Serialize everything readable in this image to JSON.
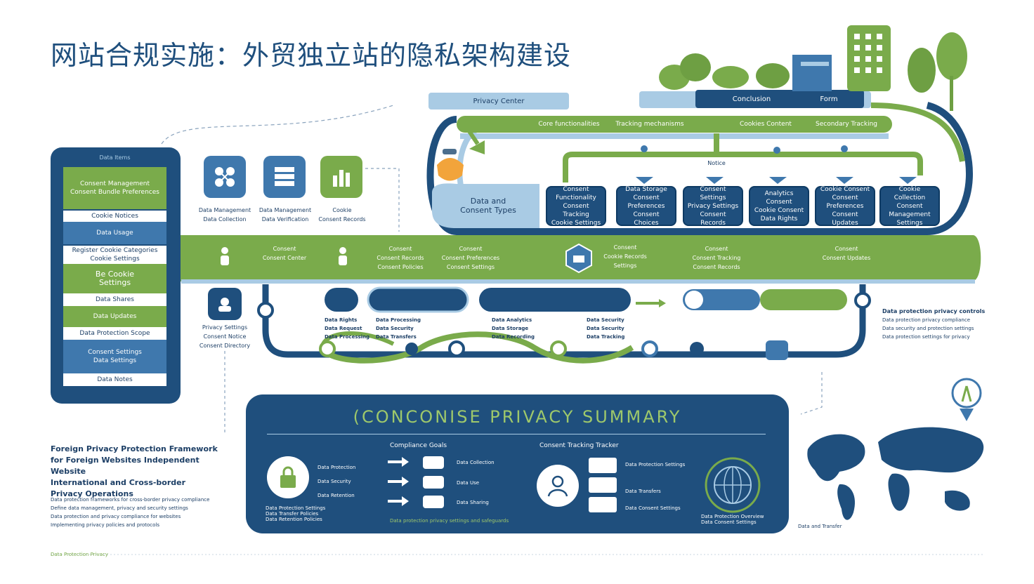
{
  "title": "网站合规实施：外贸独立站的隐私架构建设",
  "top_bars": {
    "privacy_center": "Privacy Center",
    "conclusion": "Conclusion",
    "form": "Form"
  },
  "strip_labels": [
    "Core functionalities",
    "Tracking mechanisms",
    "Cookies Content",
    "Secondary Tracking"
  ],
  "mid_label": "Notice",
  "data_types": {
    "line1": "Data and",
    "line2": "Consent Types"
  },
  "data_boxes": [
    "Consent Functionality\nConsent Tracking\nCookie Settings",
    "Data Storage\nConsent Preferences\nConsent Choices",
    "Consent Settings\nPrivacy Settings\nConsent Records",
    "Analytics Consent\nCookie Consent\nData Rights",
    "Cookie Consent\nConsent Preferences\nConsent Updates",
    "Cookie Collection\nConsent Management\nSettings"
  ],
  "phone": {
    "header": "Data Items",
    "rows": [
      "Consent Management\nConsent Bundle Preferences",
      "Cookie Notices",
      "Data Usage",
      "Register Cookie Categories\nCookie Settings",
      "Be Cookie\nSettings",
      "Data Shares",
      "Data Updates",
      "Data Protection Scope",
      "Consent Settings\nData Settings",
      "Data Notes"
    ]
  },
  "top_icons": [
    {
      "name": "network-icon",
      "label": "Data Management\nData Collection"
    },
    {
      "name": "server-icon",
      "label": "Data Management\nData Verification"
    },
    {
      "name": "analytics-icon",
      "label": "Cookie\nConsent Records"
    }
  ],
  "band_labels": [
    "Consent\nConsent Center",
    "Consent\nConsent Records\nConsent Policies",
    "Consent\nConsent Preferences\nConsent Settings",
    "Consent\nCookie Records\nSettings",
    "Consent\nConsent Tracking\nConsent Records",
    "Consent\nConsent Updates"
  ],
  "side_icon_label": "Privacy Settings\nConsent Notice\nConsent Directory",
  "lower_groups": [
    "Data Rights\nData Request\nData Processing",
    "Data Processing\nData Security\nData Transfers",
    "Data Analytics\nData Storage\nData Recording",
    "Data Security\nData Security\nData Tracking"
  ],
  "right_text": {
    "heading": "Data protection privacy controls",
    "lines": [
      "Data protection privacy compliance",
      "Data security and protection settings",
      "Data protection settings for privacy"
    ]
  },
  "summary": {
    "title": "(CONCONISE PRIVACY  SUMMARY",
    "col1_heading": "Compliance Goals",
    "col2_heading": "Consent Tracking Tracker",
    "lock_text": "Data Protection Settings\nData Transfer Policies\nData Retention Policies",
    "arrows": [
      "Data Protection",
      "Data Security",
      "Data Retention"
    ],
    "arrow_labels": [
      "Data Collection",
      "Data Use",
      "Data Sharing"
    ],
    "col2_items": [
      "Data Protection Settings",
      "Data Transfers",
      "Data Consent Settings"
    ],
    "bottom_note": "Data protection privacy settings and safeguards",
    "globe_note": "Data Protection Overview\nData Consent Settings"
  },
  "left_note": {
    "heading": "Foreign Privacy Protection Framework\nfor Foreign Websites Independent Website\nInternational and Cross-border\nPrivacy Operations",
    "body": "Data protection frameworks for cross-border privacy compliance\nDefine data management, privacy and security settings\nData protection and privacy compliance for websites\nImplementing privacy policies and protocols"
  },
  "map_label": "Data and Transfer",
  "footer": "Data Protection Privacy",
  "colors": {
    "navy": "#1f4f7d",
    "green": "#7aab4b",
    "lightblue": "#a9cbe4",
    "mid": "#3f78ad"
  }
}
